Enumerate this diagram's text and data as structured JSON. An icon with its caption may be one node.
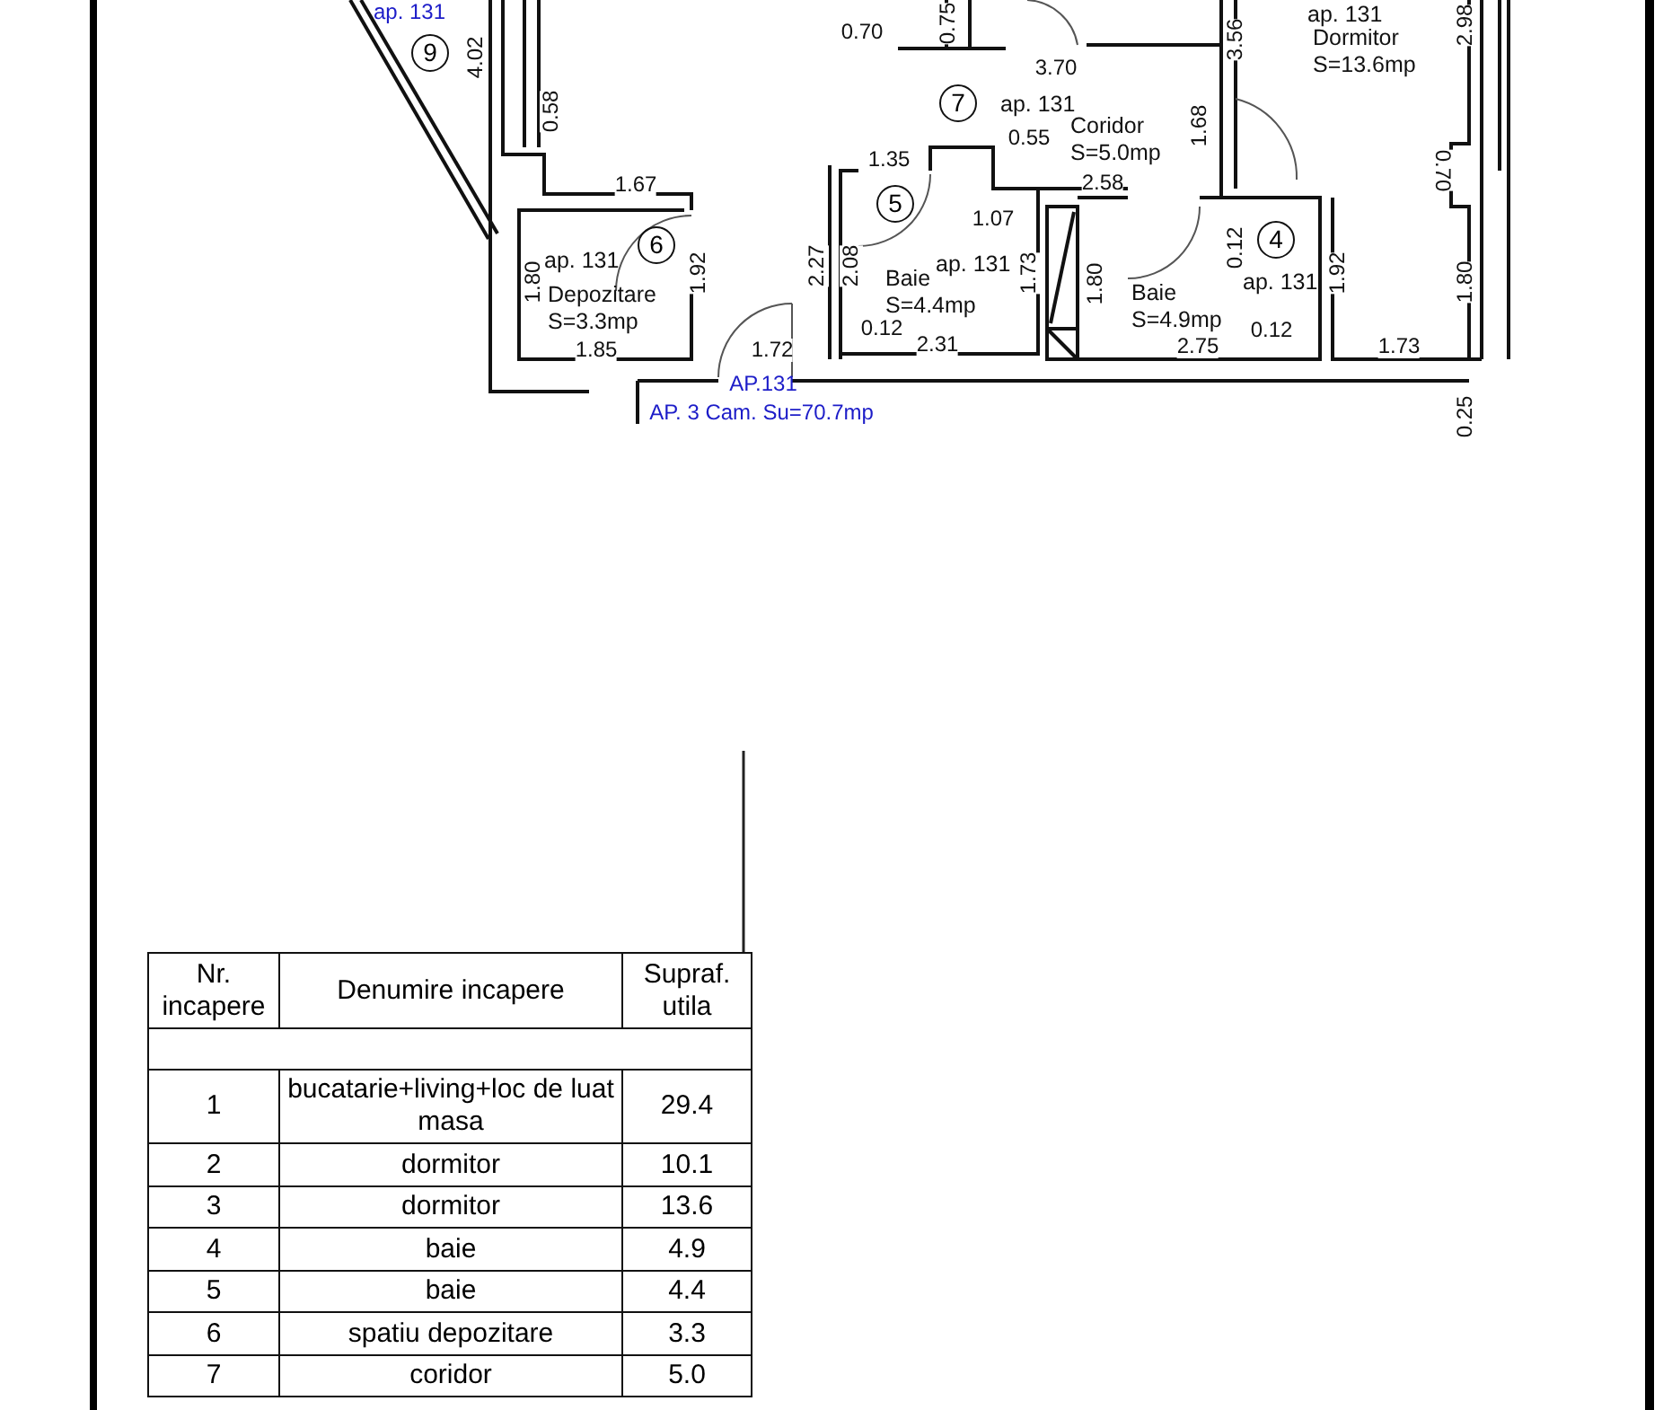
{
  "diagram": {
    "nodes": [
      {
        "text": [
          "9"
        ]
      },
      {
        "text": [
          "ap. 131",
          "Dormitor S=13.6mp"
        ]
      },
      {
        "text": [
          "ap. 131",
          "Coridor S=5.0mp"
        ]
      },
      {
        "text": [
          "7"
        ],
        "in": 2
      },
      {
        "text": [
          "ap. 131",
          "Baie S=4.4mp"
        ]
      },
      {
        "text": [
          "5"
        ],
        "in": 4
      },
      {
        "text": [
          "ap. 131",
          "Depozitare S=3.3mp"
        ]
      },
      {
        "text": [
          "6"
        ],
        "in": 6
      },
      {
        "text": [
          "ap. 131",
          "Baie S=4.9mp"
        ]
      },
      {
        "text": [
          "4"
        ],
        "in": 8
      }
    ],
    "labels": [
      "ap. 131",
      "4.02",
      "0.70",
      "0.75",
      "3.70",
      "3.56",
      "2.98",
      "0.58",
      "0.55",
      "1.68",
      "1.35",
      "1.67",
      "2.58",
      "0.70",
      "1.07",
      "1.80",
      "1.92",
      "2.27",
      "2.08",
      "1.73",
      "1.80",
      "0.12",
      "1.92",
      "1.80",
      "1.85",
      "1.72",
      "0.12",
      "2.31",
      "2.75",
      "0.12",
      "1.73",
      "AP.131",
      "AP. 3 Cam. Su=70.7mp",
      "0.25",
      "Nr. incapere",
      "Denumire incapere",
      "Supraf. utila",
      "1",
      "bucatarie+living+loc de luat masa",
      "29.4",
      "2",
      "dormitor",
      "10.1",
      "3",
      "dormitor",
      "13.6",
      "4",
      "baie",
      "4.9",
      "5",
      "baie",
      "4.4",
      "6",
      "spatiu depozitare",
      "3.3",
      "7",
      "coridor",
      "5.0"
    ]
  }
}
